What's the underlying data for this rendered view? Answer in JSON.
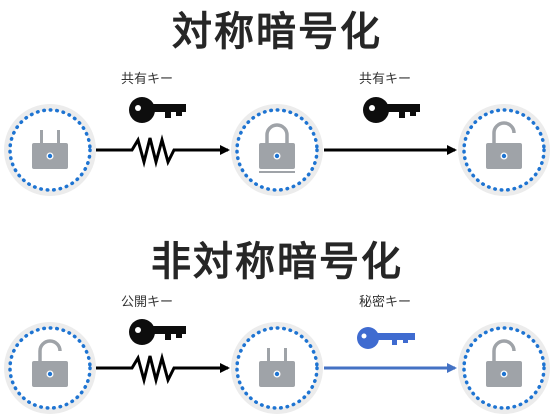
{
  "symmetric": {
    "title": "対称暗号化",
    "key1_label": "共有キー",
    "key2_label": "共有キー"
  },
  "asymmetric": {
    "title": "非対称暗号化",
    "key1_label": "公開キー",
    "key2_label": "秘密キー"
  },
  "colors": {
    "ring_dots": "#1e74d2",
    "circle_fill": "#ececec",
    "lock": "#9fa3a8",
    "keyhole": "#1e74d2",
    "key_dark": "#0d0d0d",
    "key_private": "#3f6bd0",
    "arrow_dark": "#000000",
    "arrow_blue": "#4472c4"
  }
}
